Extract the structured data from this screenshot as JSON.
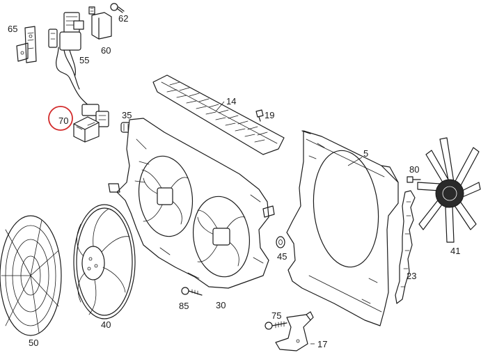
{
  "diagram": {
    "callouts": {
      "c14": "14",
      "c17": "17",
      "c19": "19",
      "c23": "23",
      "c30": "30",
      "c35": "35",
      "c40": "40",
      "c41": "41",
      "c45": "45",
      "c50": "50",
      "c55": "55",
      "c60": "60",
      "c62": "62",
      "c65": "65",
      "c70": "70",
      "c75": "75",
      "c80": "80",
      "c85": "85"
    },
    "highlight_color": "#d22a2a"
  }
}
